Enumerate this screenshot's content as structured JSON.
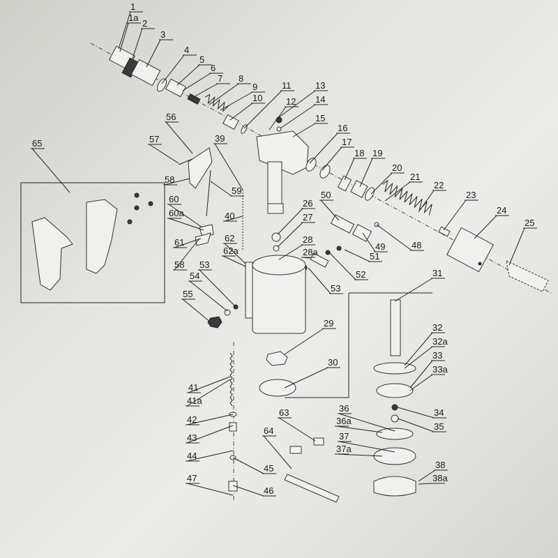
{
  "labels": [
    "1",
    "1a",
    "2",
    "3",
    "4",
    "5",
    "6",
    "7",
    "8",
    "9",
    "10",
    "11",
    "12",
    "13",
    "14",
    "15",
    "16",
    "17",
    "18",
    "19",
    "20",
    "21",
    "22",
    "23",
    "24",
    "25",
    "26",
    "27",
    "28",
    "28a",
    "29",
    "30",
    "31",
    "32",
    "32a",
    "33",
    "33a",
    "34",
    "35",
    "36",
    "36a",
    "37",
    "37a",
    "38",
    "38a",
    "39",
    "40",
    "41",
    "41a",
    "42",
    "43",
    "44",
    "45",
    "46",
    "47",
    "48",
    "49",
    "50",
    "51",
    "52",
    "53",
    "53",
    "54",
    "55",
    "56",
    "57",
    "58",
    "58",
    "59",
    "60",
    "60a",
    "61",
    "62",
    "62a",
    "63",
    "64",
    "65"
  ]
}
